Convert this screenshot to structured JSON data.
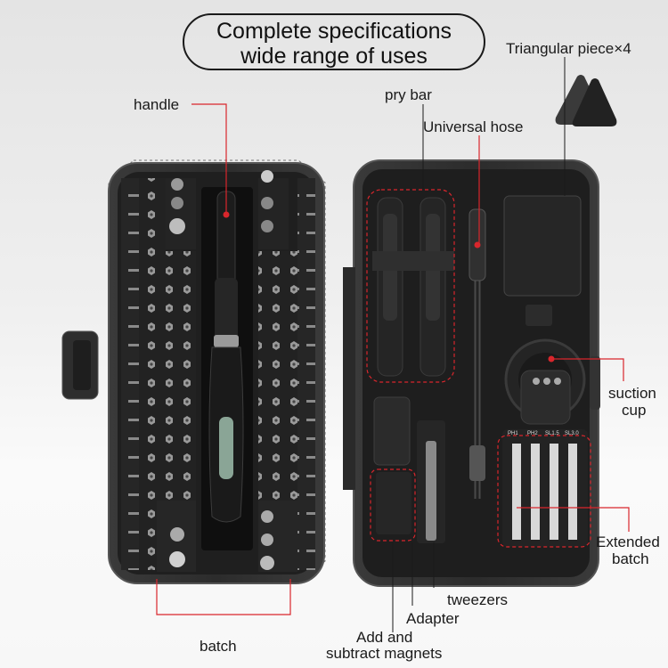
{
  "headline": {
    "line1": "Complete specifications",
    "line2": "wide range of uses"
  },
  "labels": {
    "triangular": "Triangular piece×4",
    "handle": "handle",
    "pry_bar": "pry bar",
    "universal_hose": "Universal hose",
    "suction_cup_1": "suction",
    "suction_cup_2": "cup",
    "extended_batch_1": "Extended",
    "extended_batch_2": "batch",
    "tweezers": "tweezers",
    "adapter": "Adapter",
    "magnets_1": "Add and",
    "magnets_2": "subtract magnets",
    "batch": "batch"
  },
  "extended_bits": [
    "PH1",
    "PH2",
    "SL1.5",
    "SL3.0"
  ],
  "colors": {
    "case": "#2b2b2b",
    "case_edge": "#4a4a4a",
    "annotation": "#d9262c",
    "text": "#1a1a1a"
  }
}
